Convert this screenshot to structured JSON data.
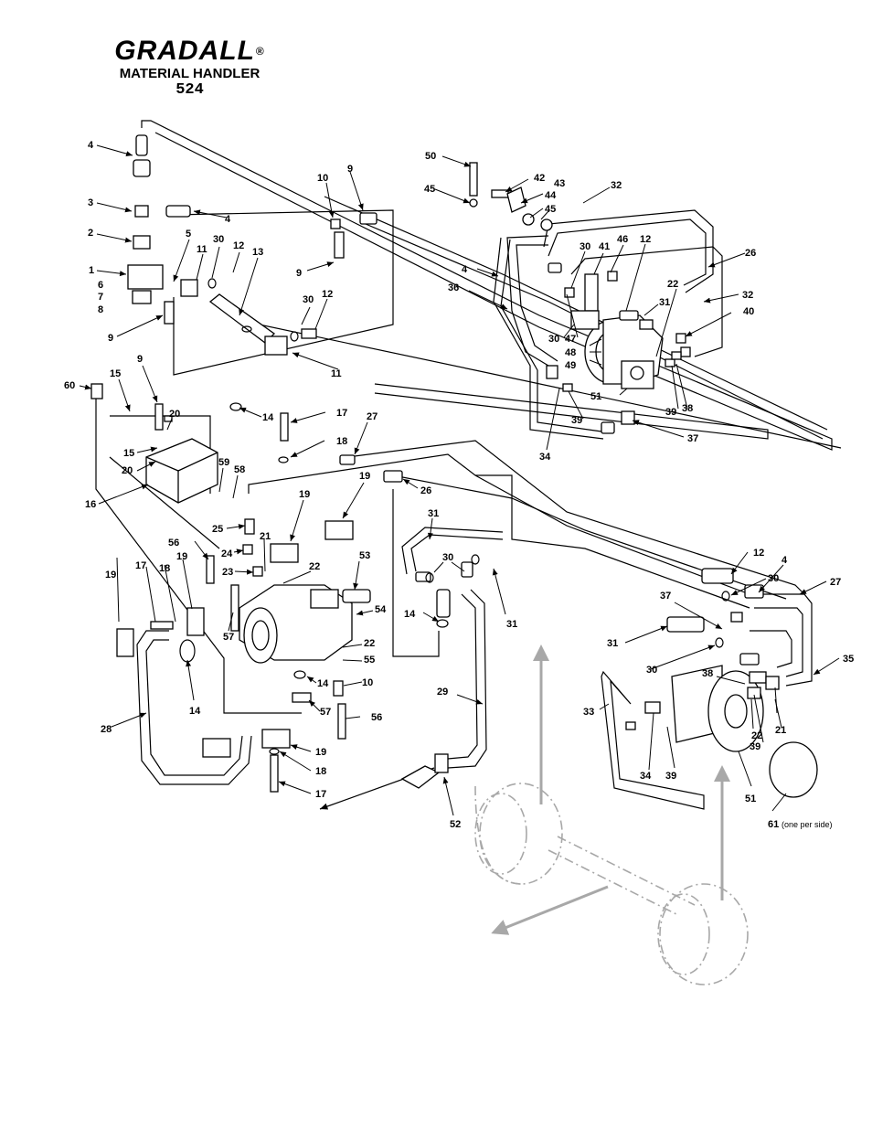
{
  "header": {
    "brand": "GRADALL",
    "registered": "®",
    "product": "MATERIAL HANDLER",
    "model": "524"
  },
  "callouts": [
    "1",
    "2",
    "3",
    "4",
    "5",
    "6",
    "7",
    "8",
    "9",
    "10",
    "11",
    "12",
    "13",
    "14",
    "15",
    "16",
    "17",
    "18",
    "19",
    "20",
    "21",
    "22",
    "23",
    "24",
    "25",
    "26",
    "27",
    "28",
    "29",
    "30",
    "31",
    "32",
    "33",
    "34",
    "35",
    "36",
    "37",
    "38",
    "39",
    "40",
    "41",
    "42",
    "43",
    "44",
    "45",
    "46",
    "47",
    "48",
    "49",
    "50",
    "51",
    "52",
    "53",
    "54",
    "55",
    "56",
    "57",
    "58",
    "59",
    "60",
    "61"
  ],
  "notes": {
    "part61": "(one per side)"
  }
}
